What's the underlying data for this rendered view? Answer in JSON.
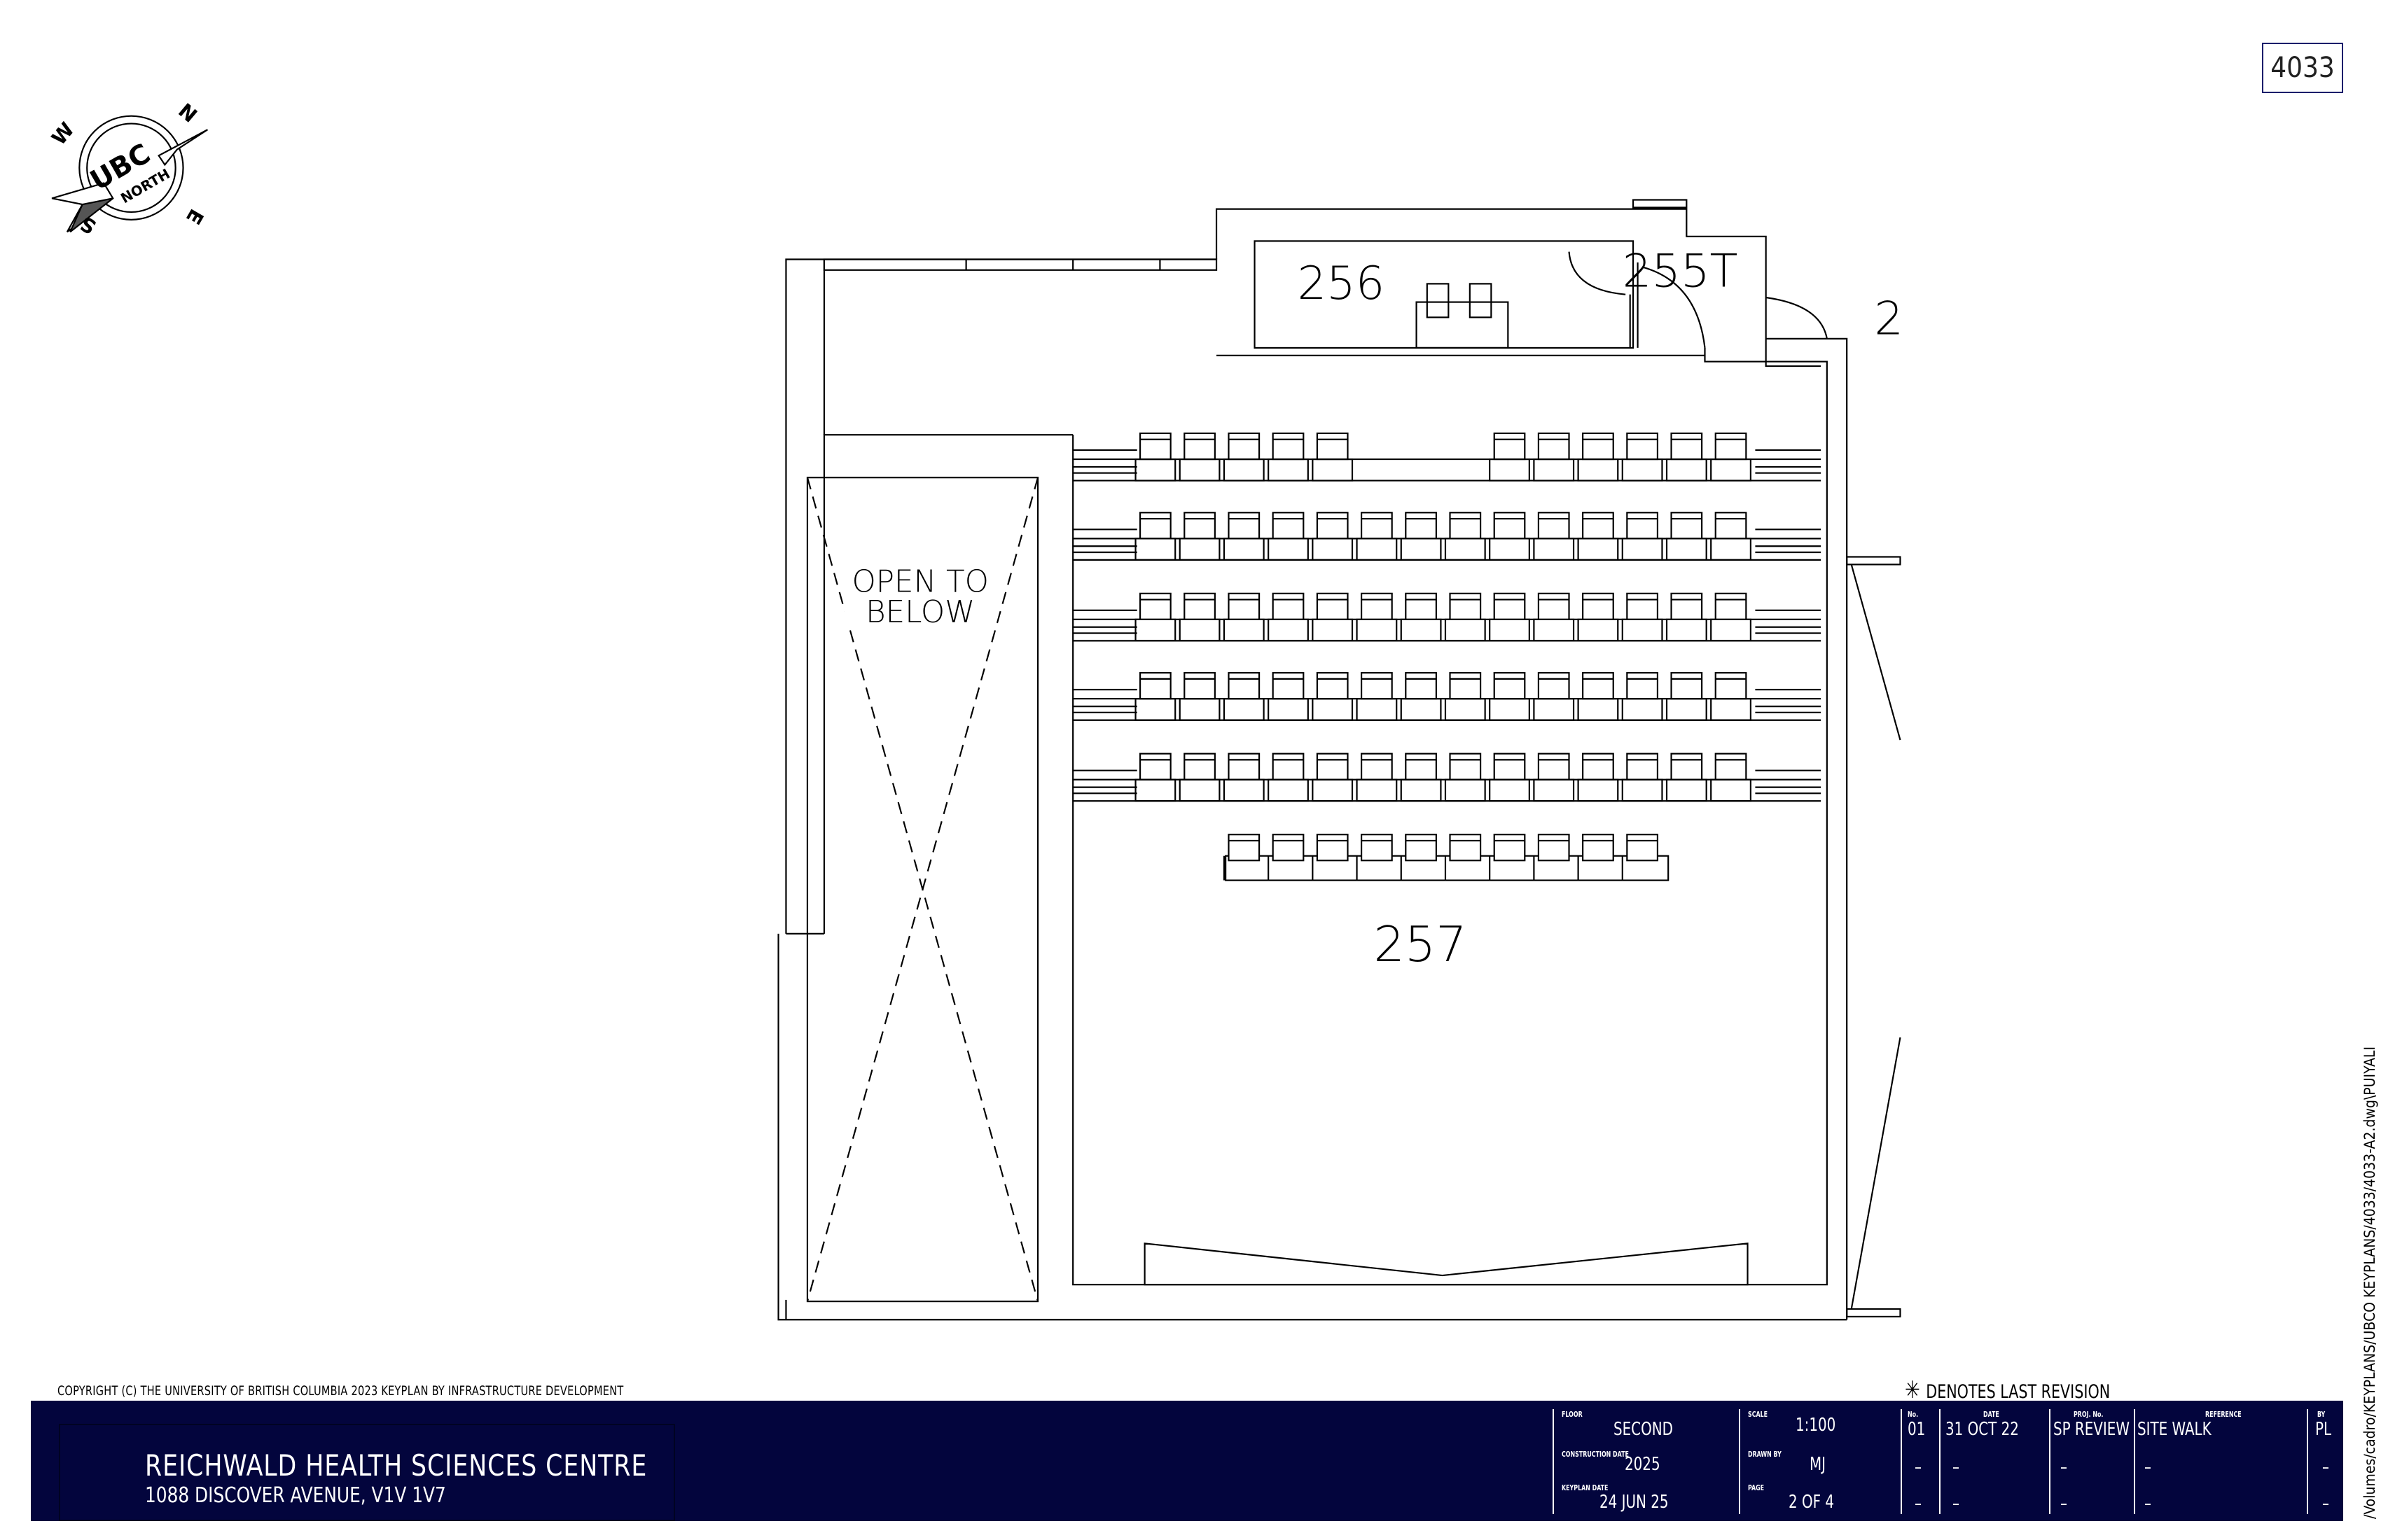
{
  "drawing_number": "4033",
  "compass": {
    "logo": "UBC",
    "sub": "NORTH",
    "letters": [
      "N",
      "E",
      "S",
      "W"
    ]
  },
  "rooms": {
    "r256": "256",
    "r255t": "255T",
    "r2": "2",
    "r257": "257",
    "open_line1": "OPEN TO",
    "open_line2": "BELOW"
  },
  "copyright": "COPYRIGHT (C) THE UNIVERSITY OF BRITISH COLUMBIA 2023 KEYPLAN BY INFRASTRUCTURE DEVELOPMENT",
  "revision_note": {
    "symbol": "✳",
    "text": "DENOTES LAST REVISION"
  },
  "title_block": {
    "building": "REICHWALD HEALTH SCIENCES CENTRE",
    "address": "1088 DISCOVER AVENUE, V1V 1V7",
    "floor_label": "FLOOR",
    "floor": "SECOND",
    "construction_label": "CONSTRUCTION DATE",
    "construction": "2025",
    "keyplan_label": "KEYPLAN DATE",
    "keyplan": "24 JUN 25",
    "scale_label": "SCALE",
    "scale": "1:100",
    "drawn_label": "DRAWN BY",
    "drawn": "MJ",
    "page_label": "PAGE",
    "page": "2 OF 4",
    "rev_headers": {
      "no": "No.",
      "date": "DATE",
      "proj": "PROJ. No.",
      "ref": "REFERENCE",
      "by": "BY"
    },
    "revisions": [
      {
        "no": "01",
        "date": "31 OCT 22",
        "proj": "SP REVIEW",
        "ref": "SITE WALK",
        "by": "PL"
      },
      {
        "no": "–",
        "date": "–",
        "proj": "–",
        "ref": "–",
        "by": "–"
      },
      {
        "no": "–",
        "date": "–",
        "proj": "–",
        "ref": "–",
        "by": "–"
      }
    ]
  },
  "file_path": "/Volumes/cadro/KEYPLANS/UBCO KEYPLANS/4033/4033-A2.dwg\\PUIYALI",
  "colors": {
    "title_band": "#03053d",
    "lines": "#000000"
  }
}
